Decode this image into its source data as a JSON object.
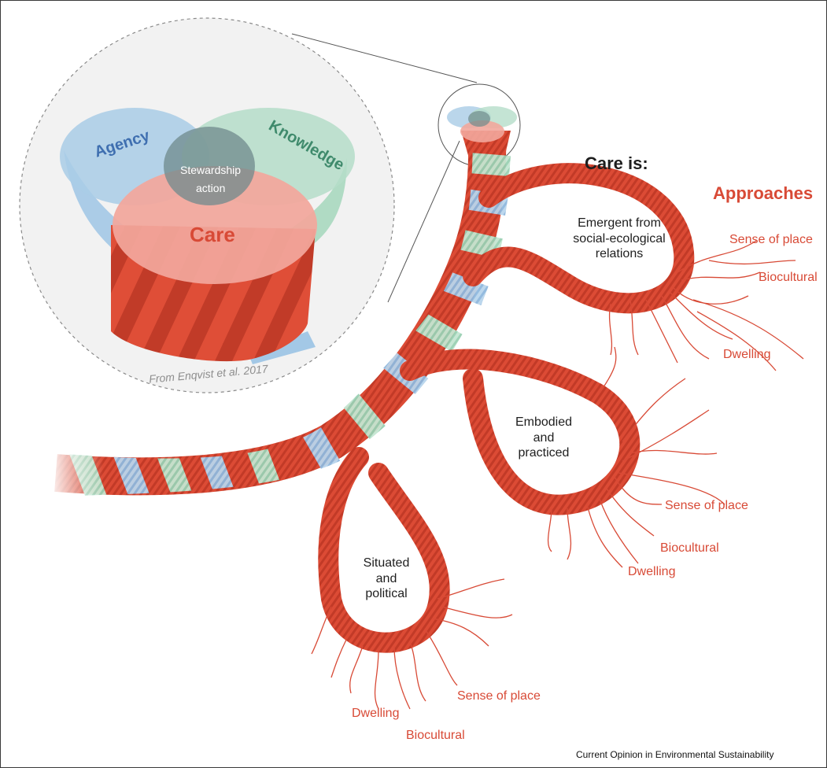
{
  "venn": {
    "agency": "Agency",
    "knowledge": "Knowledge",
    "overlap_line1": "Stewardship",
    "overlap_line2": "action",
    "care": "Care",
    "citation": "From Enqvist et al. 2017"
  },
  "heading": "Care is:",
  "approaches_heading": "Approaches",
  "loops": [
    {
      "text": "Emergent from\nsocial-ecological\nrelations"
    },
    {
      "text": "Embodied\nand\npracticed"
    },
    {
      "text": "Situated\nand\npolitical"
    }
  ],
  "branches": {
    "emergent": {
      "a": "Sense of place",
      "b": "Biocultural",
      "c": "Dwelling"
    },
    "embodied": {
      "a": "Sense of place",
      "b": "Biocultural",
      "c": "Dwelling"
    },
    "situated": {
      "a": "Sense of place",
      "b": "Biocultural",
      "c": "Dwelling"
    }
  },
  "footer": "Current Opinion in Environmental Sustainability",
  "colors": {
    "care_red": "#d84a36",
    "agency_blue": "#a9cce6",
    "knowledge_green": "#b5ddc9",
    "approach_text": "#d84a36"
  }
}
